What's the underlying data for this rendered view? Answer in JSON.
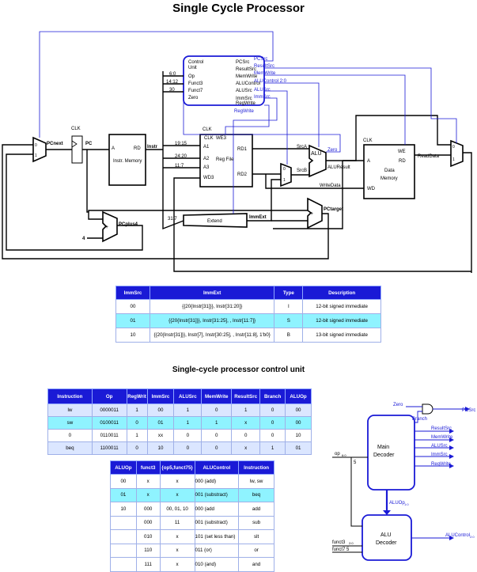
{
  "title": "Single Cycle Processor",
  "subtitle": "Single-cycle processor control unit",
  "datapath": {
    "pcnext": "PCnext",
    "pc": "PC",
    "clk": "CLK",
    "pcplus4": "PCplus4",
    "four": "4",
    "instr_mem": [
      "A",
      "RD",
      "Instr. Memory"
    ],
    "instr": "Instr",
    "control_unit": [
      "Control",
      "Unit",
      "Op",
      "Funct3",
      "Funct7",
      "Zero"
    ],
    "control_outputs": [
      "PCSrc",
      "ResultSrc",
      "MemWrite",
      "ALUControl",
      "ALUSrc",
      "ImmSrc",
      "RegWrite"
    ],
    "control_wires": [
      "PCSrc",
      "ResultSrc",
      "MemWrite",
      "ALUControl 2:0",
      "ALUSrc",
      "ImmSrc",
      "RegWrite",
      "Zero"
    ],
    "bit_fields": [
      "6:0",
      "14:12",
      "30",
      "19:15",
      "24:20",
      "11:7",
      "31:7"
    ],
    "regfile": [
      "CLK",
      "WE3",
      "A1",
      "A2",
      "A3",
      "WD3",
      "RD1",
      "RD2",
      "Reg File"
    ],
    "srca": "SrcA",
    "srcb": "SrcB",
    "alu": "ALU",
    "aluresult": "ALUResult",
    "writedata": "WriteData",
    "datamem": [
      "CLK",
      "WE",
      "A",
      "RD",
      "WD",
      "Data",
      "Memory"
    ],
    "readdata": "ReadData",
    "extend": "Extend",
    "immext": "ImmExt",
    "pctarget": "PCtarget",
    "mux_inputs": [
      "0",
      "1"
    ]
  },
  "imm_table": {
    "headers": [
      "ImmSrc",
      "ImmExt",
      "Type",
      "Description"
    ],
    "rows": [
      [
        "00",
        "{{20{Instr[31]}}, Instr[31:20]}",
        "I",
        "12-bit signed immediate"
      ],
      [
        "01",
        "{{20{Instr[31]}}, Instr[31:25], , Instr[11:7]}",
        "S",
        "12-bit signed immediate"
      ],
      [
        "10",
        "{{20{Instr[31]}}, Instr[7], Instr[30:25], , Instr[11:8], 1'b0}",
        "B",
        "13-bit signed immediate"
      ]
    ]
  },
  "control_table": {
    "headers": [
      "Instruction",
      "Op",
      "RegWrit",
      "ImmSrc",
      "ALUSrc",
      "MemWrite",
      "ResultSrc",
      "Branch",
      "ALUOp"
    ],
    "rows": [
      [
        "lw",
        "0000011",
        "1",
        "00",
        "1",
        "0",
        "1",
        "0",
        "00"
      ],
      [
        "sw",
        "0100011",
        "0",
        "01",
        "1",
        "1",
        "x",
        "0",
        "00"
      ],
      [
        "0",
        "0110011",
        "1",
        "xx",
        "0",
        "0",
        "0",
        "0",
        "10"
      ],
      [
        "beq",
        "1100011",
        "0",
        "10",
        "0",
        "0",
        "x",
        "1",
        "01"
      ]
    ]
  },
  "alu_table": {
    "headers": [
      "ALUOp",
      "funct3",
      "{op5,funct75}",
      "ALUControl",
      "Instruction"
    ],
    "rows": [
      [
        "00",
        "x",
        "x",
        "000 (add)",
        "lw, sw"
      ],
      [
        "01",
        "x",
        "x",
        "001 (substract)",
        "beq"
      ],
      [
        "10",
        "000",
        "00, 01, 10",
        "000 (add",
        "add"
      ],
      [
        "",
        "000",
        "11",
        "001 (substract)",
        "sub"
      ],
      [
        "",
        "010",
        "x",
        "101 (set less than)",
        "slt"
      ],
      [
        "",
        "110",
        "x",
        "011 (or)",
        "or"
      ],
      [
        "",
        "111",
        "x",
        "010 (and)",
        "and"
      ]
    ]
  },
  "decoder": {
    "main": [
      "Main",
      "Decoder"
    ],
    "alu": [
      "ALU",
      "Decoder"
    ],
    "op": "op",
    "op_sub": "6:0",
    "five": "5",
    "zero": "Zero",
    "branch": "Branch",
    "pcsrc": "PCSrc",
    "outputs": [
      "ResultSrc",
      "MemWrite",
      "ALUSrc",
      "ImmSrc",
      "RegWrite"
    ],
    "immsrc_sub": "1:0",
    "aluop": "ALUOp",
    "aluop_sub": "1:0",
    "funct3": "funct3",
    "funct3_sub": "2:0",
    "funct7": "funct7 5",
    "alucontrol": "ALUControl",
    "alucontrol_sub": "2:0"
  },
  "colors": {
    "control_blue": "#1a1ad6",
    "header_blue": "#1a1ad6",
    "highlight": "#8ff3ff"
  }
}
